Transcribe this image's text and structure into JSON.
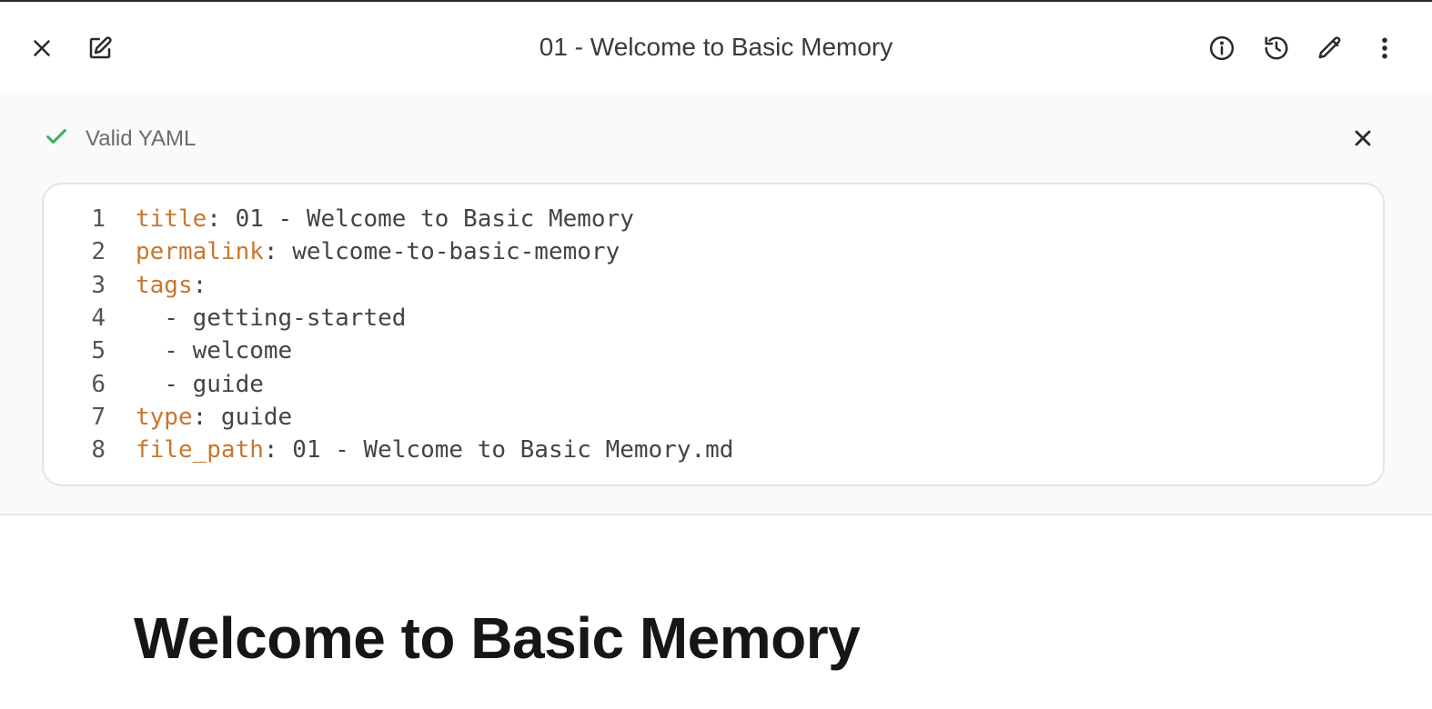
{
  "toolbar": {
    "title": "01 - Welcome to Basic Memory",
    "left_icons": [
      "close-icon",
      "edit-note-icon"
    ],
    "right_icons": [
      "info-icon",
      "history-icon",
      "pencil-icon",
      "more-vertical-icon"
    ]
  },
  "frontmatter": {
    "status_text": "Valid YAML",
    "status_color": "#3fae5a",
    "key_color": "#c8772d",
    "lines": [
      {
        "num": "1",
        "key": "title",
        "rest": ": 01 - Welcome to Basic Memory"
      },
      {
        "num": "2",
        "key": "permalink",
        "rest": ": welcome-to-basic-memory"
      },
      {
        "num": "3",
        "key": "tags",
        "rest": ":"
      },
      {
        "num": "4",
        "key": "",
        "rest": "  - getting-started"
      },
      {
        "num": "5",
        "key": "",
        "rest": "  - welcome"
      },
      {
        "num": "6",
        "key": "",
        "rest": "  - guide"
      },
      {
        "num": "7",
        "key": "type",
        "rest": ": guide"
      },
      {
        "num": "8",
        "key": "file_path",
        "rest": ": 01 - Welcome to Basic Memory.md"
      }
    ]
  },
  "content": {
    "heading": "Welcome to Basic Memory"
  }
}
